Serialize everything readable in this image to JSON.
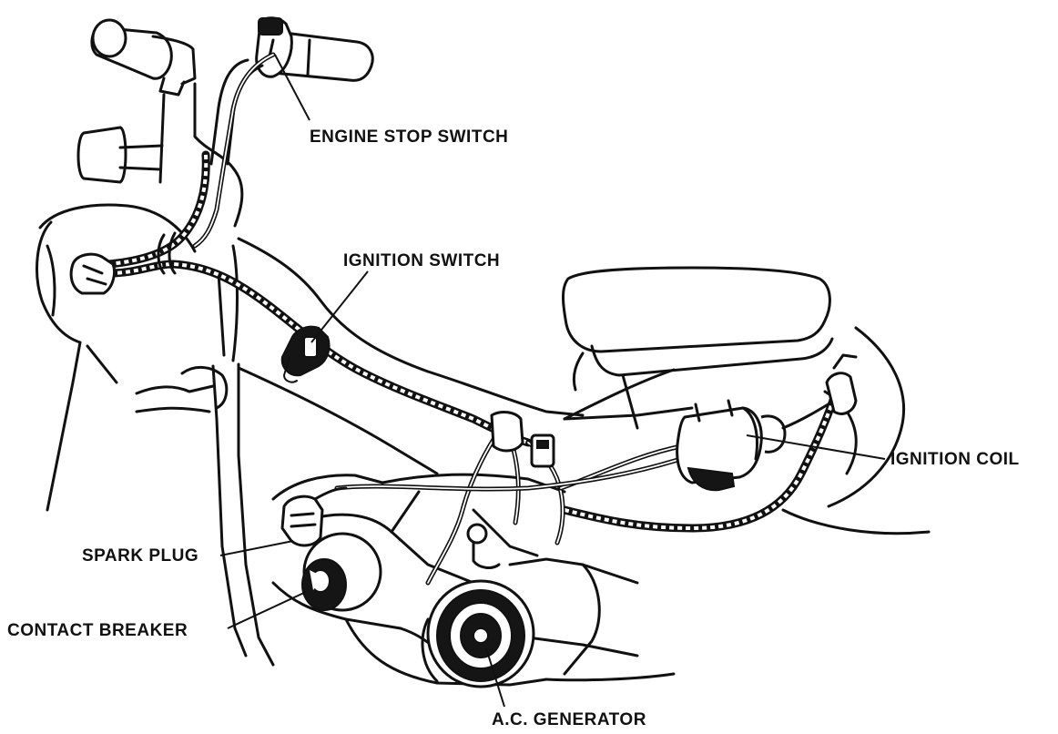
{
  "labels": {
    "engine_stop_switch": "ENGINE STOP SWITCH",
    "ignition_switch": "IGNITION SWITCH",
    "ignition_coil": "IGNITION COIL",
    "spark_plug": "SPARK PLUG",
    "contact_breaker": "CONTACT BREAKER",
    "ac_generator": "A.C. GENERATOR"
  }
}
